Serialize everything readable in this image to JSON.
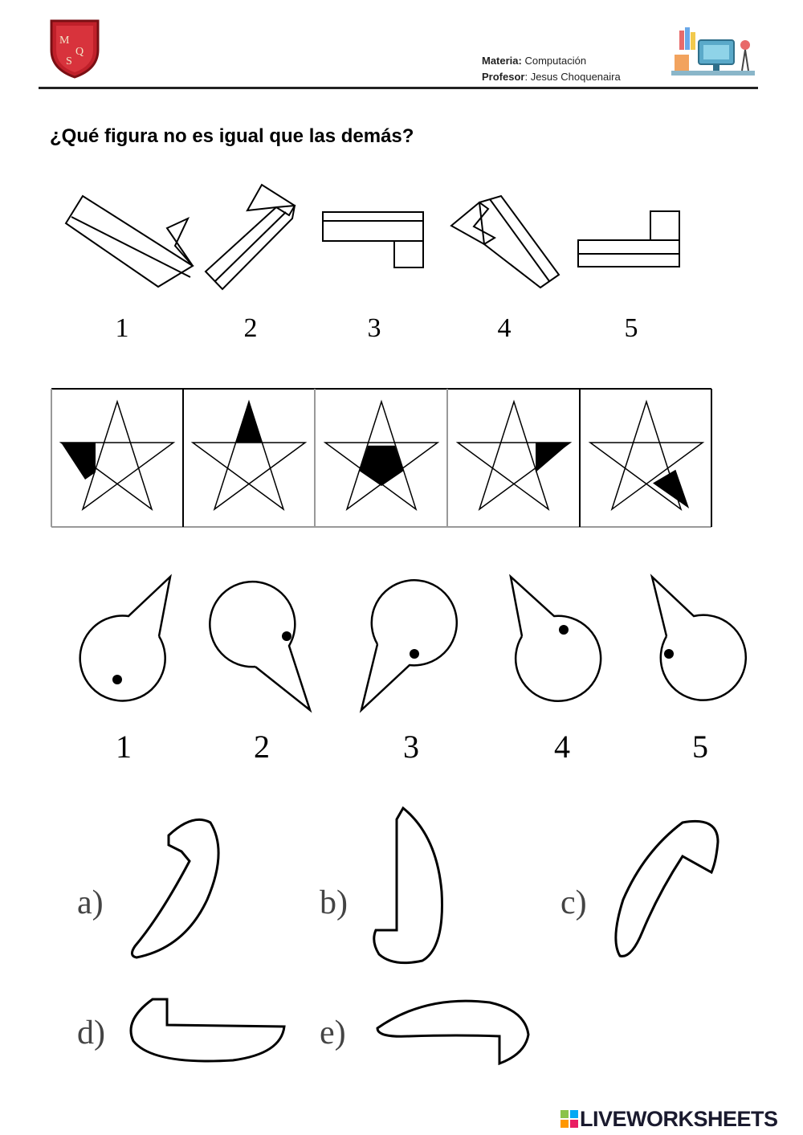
{
  "header": {
    "materia_label": "Materia:",
    "materia_value": "Computación",
    "profesor_label": "Profesor",
    "profesor_value": ": Jesus Choquenaira",
    "logo_text": "MQS"
  },
  "question": "¿Qué figura no es igual que las demás?",
  "row1_numbers": [
    "1",
    "2",
    "3",
    "4",
    "5"
  ],
  "row3_numbers": [
    "1",
    "2",
    "3",
    "4",
    "5"
  ],
  "row4_labels": [
    "a)",
    "b)",
    "c)",
    "d)",
    "e)"
  ],
  "footer": {
    "brand": "LIVEWORKSHEETS"
  },
  "colors": {
    "rule": "#222222",
    "logo_red": "#c0202a",
    "brand": "#1a1a2e"
  }
}
